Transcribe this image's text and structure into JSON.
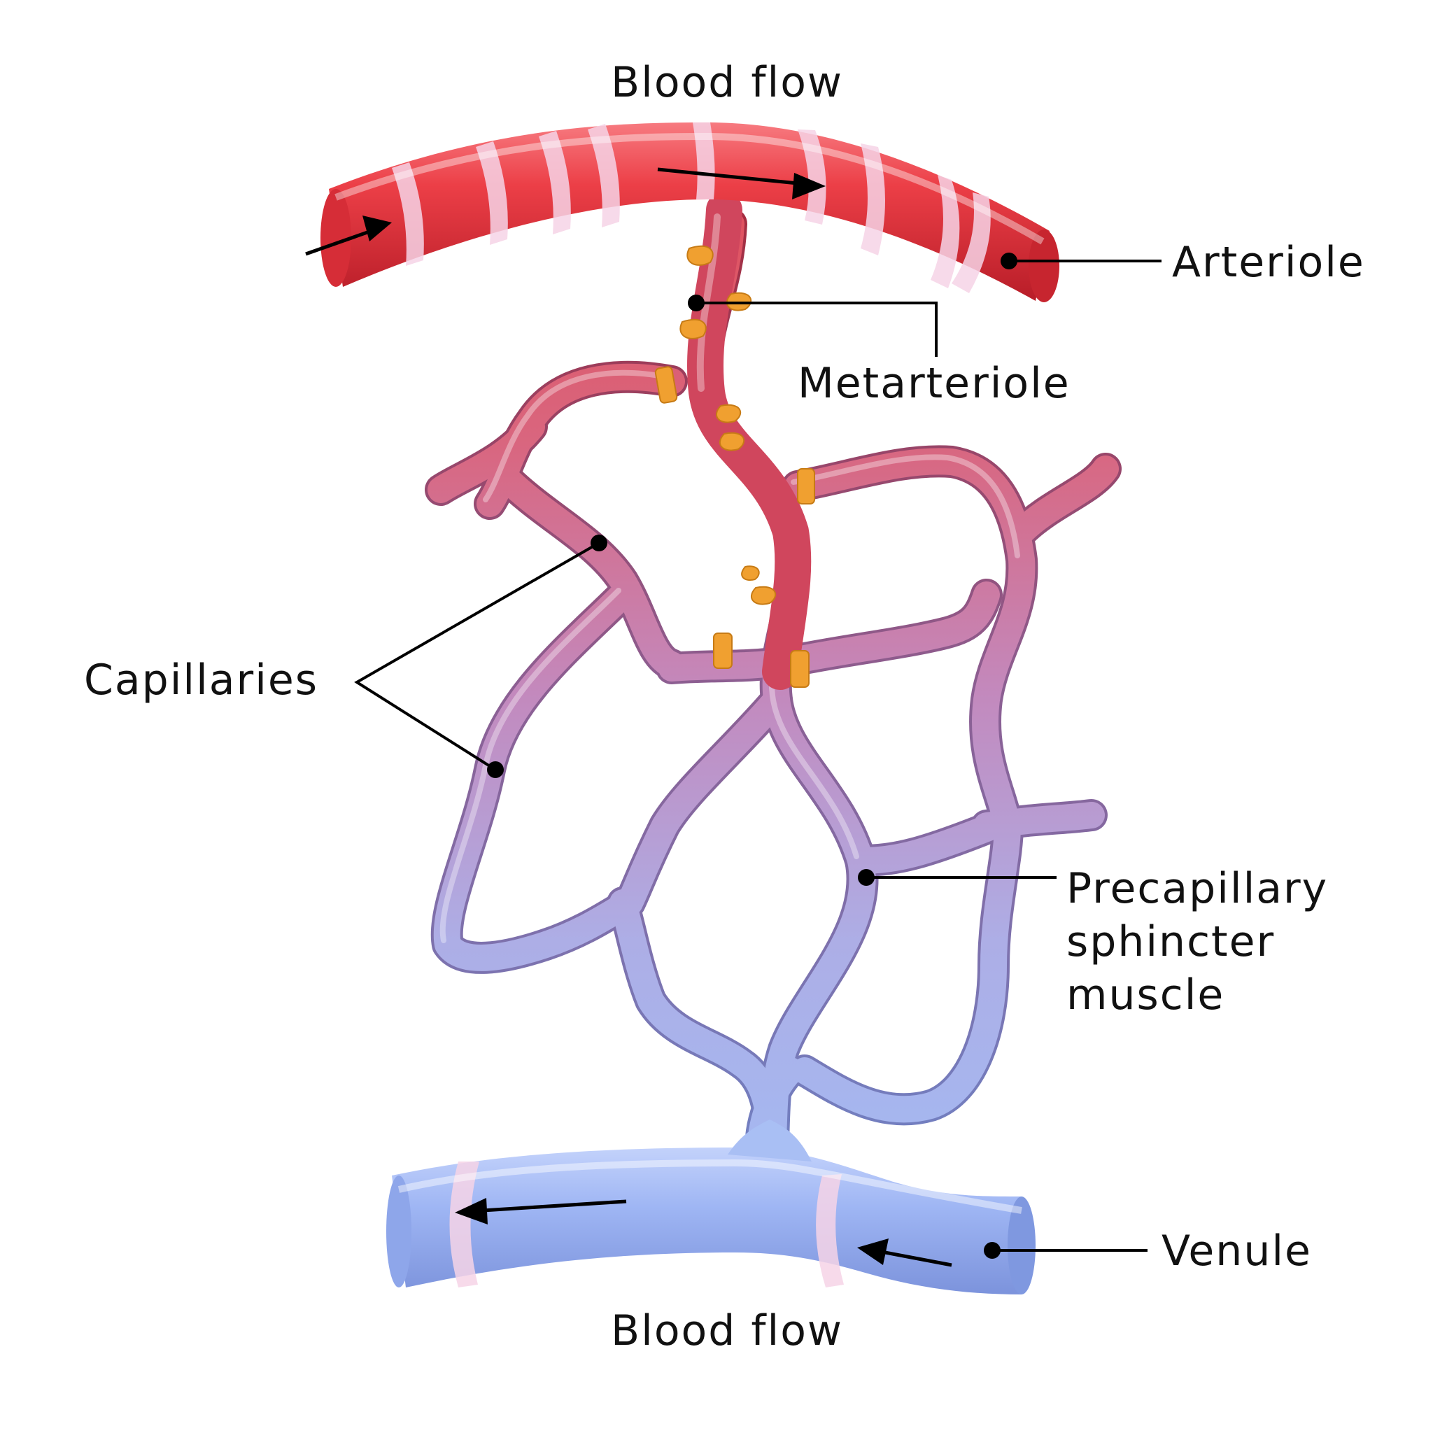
{
  "labels": {
    "blood_flow_top": "Blood flow",
    "blood_flow_bottom": "Blood flow",
    "arteriole": "Arteriole",
    "metarteriole": "Metarteriole",
    "capillaries": "Capillaries",
    "precapillary_line1": "Precapillary",
    "precapillary_line2": "sphincter",
    "precapillary_line3": "muscle",
    "venule": "Venule"
  },
  "colors": {
    "arteriole": "#e8363f",
    "capillary_top": "#d65c7c",
    "capillary_mid": "#c08ac0",
    "capillary_bottom": "#a9bcf0",
    "venule": "#9fb6f4",
    "sphincter": "#f0a030",
    "smooth_muscle": "#f6d3e6"
  },
  "icons": [
    "flow-arrow-icon"
  ]
}
